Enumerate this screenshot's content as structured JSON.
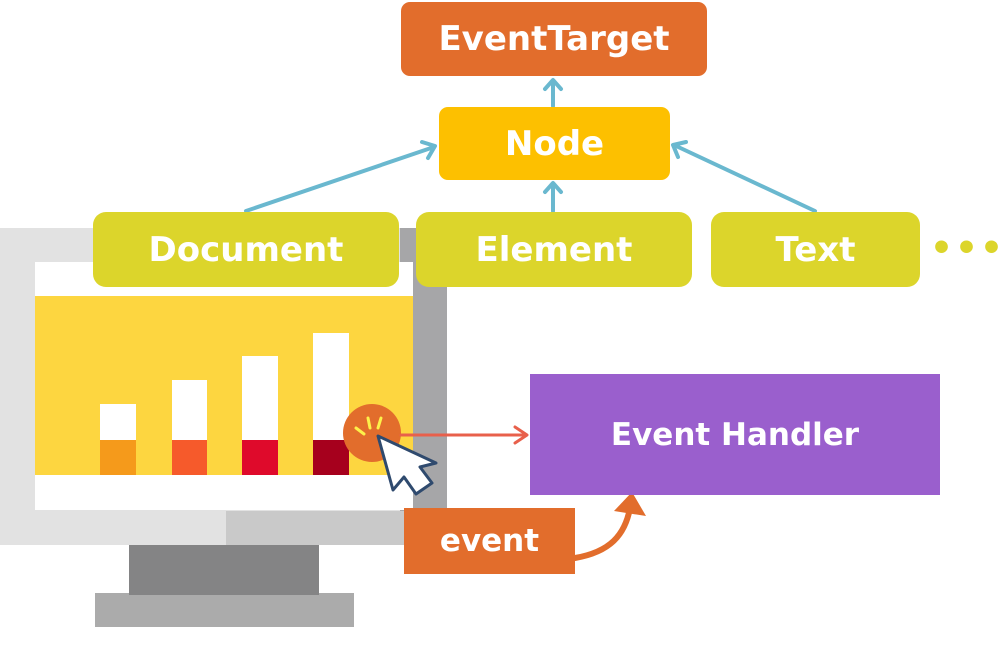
{
  "nodes": {
    "event_target": "EventTarget",
    "node": "Node",
    "document": "Document",
    "element": "Element",
    "text": "Text",
    "ellipsis": "•••",
    "event_handler": "Event Handler",
    "event": "event"
  },
  "colors": {
    "orange": "#e26d2c",
    "gold": "#fdc000",
    "olive": "#dcd52b",
    "purple": "#9a5fcd",
    "arrow_blue": "#6ab8cf",
    "arrow_red": "#e8604b"
  },
  "illustration": {
    "monitor": "computer-monitor",
    "chart": "bar-chart",
    "cursor": "mouse-cursor-click"
  }
}
